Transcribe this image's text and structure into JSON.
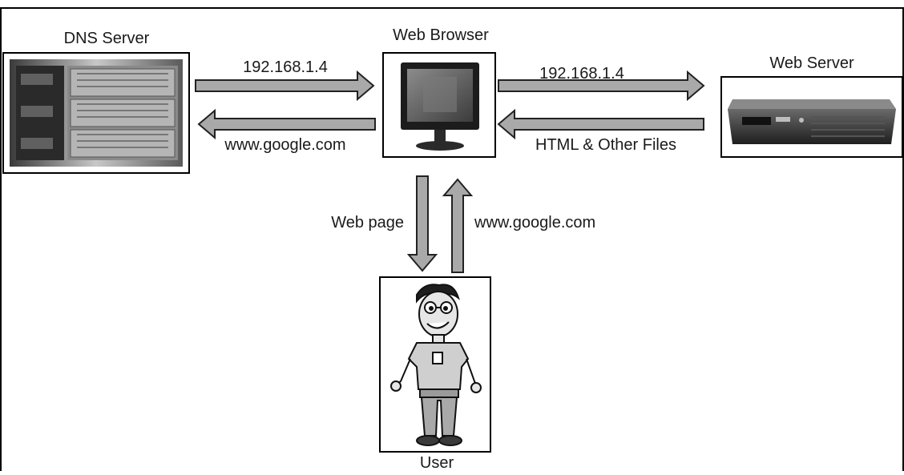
{
  "nodes": {
    "dns_server": "DNS Server",
    "web_browser": "Web Browser",
    "web_server": "Web Server",
    "user": "User"
  },
  "edges": {
    "dns_to_browser": "192.168.1.4",
    "browser_to_dns": "www.google.com",
    "browser_to_webserver": "192.168.1.4",
    "webserver_to_browser": "HTML & Other Files",
    "browser_to_user": "Web page",
    "user_to_browser": "www.google.com"
  },
  "colors": {
    "arrow_fill": "#a9a9a9",
    "arrow_stroke": "#222222",
    "frame": "#000000"
  }
}
